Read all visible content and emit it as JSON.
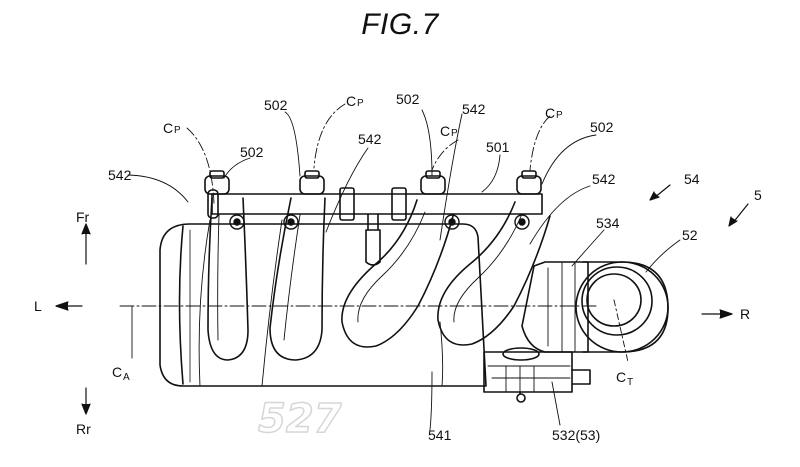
{
  "figure": {
    "title": "FIG.7"
  },
  "directions": {
    "front": "Fr",
    "rear": "Rr",
    "left": "L",
    "right": "R"
  },
  "refs": {
    "ref_542": "542",
    "ref_502": "502",
    "ref_501": "501",
    "ref_534": "534",
    "ref_52": "52",
    "ref_54": "54",
    "ref_5": "5",
    "ref_541": "541",
    "ref_532": "532(53)"
  },
  "axes": {
    "cp_main": "C",
    "cp_sub": "P",
    "ca_main": "C",
    "ca_sub": "A",
    "ct_main": "C",
    "ct_sub": "T"
  },
  "watermark": {
    "big": "527",
    "small": ""
  }
}
